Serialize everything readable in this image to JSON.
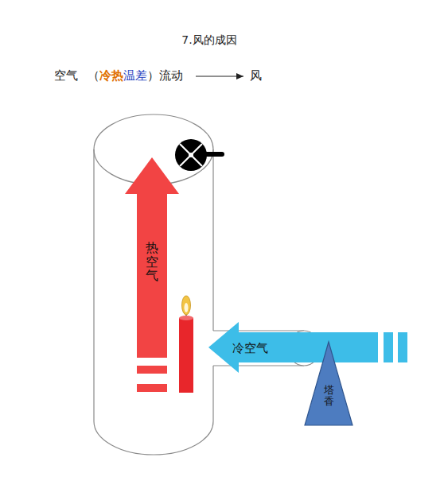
{
  "diagram": {
    "title": "7.风的成因",
    "nodes": [
      {
        "text": [
          "热空气"
        ]
      },
      {
        "text": [
          "冷空气"
        ]
      },
      {
        "text": [
          "塔香"
        ]
      }
    ],
    "labels": [
      "空气",
      "（",
      "冷热",
      "温差",
      "）流动",
      "风"
    ]
  }
}
